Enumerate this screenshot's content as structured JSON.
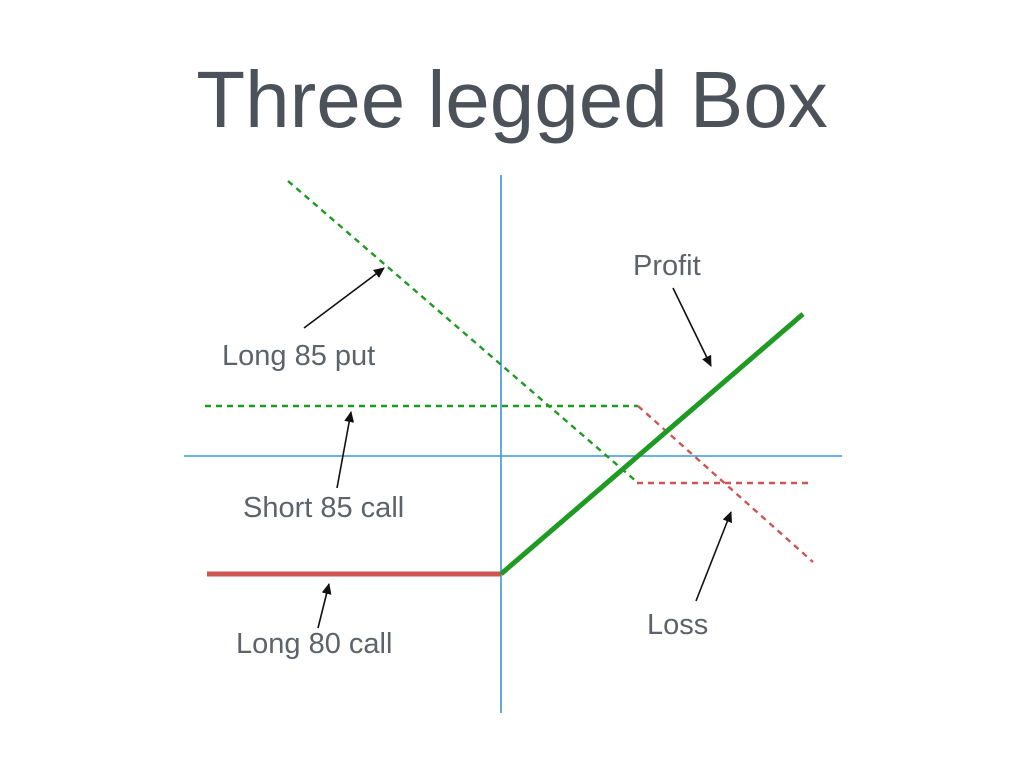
{
  "title": "Three legged Box",
  "labels": {
    "long_85_put": "Long 85 put",
    "short_85_call": "Short 85 call",
    "long_80_call": "Long 80 call",
    "profit": "Profit",
    "loss": "Loss"
  },
  "colors": {
    "axis": "#3a97d6",
    "green": "#1f9a22",
    "red": "#cd5552",
    "arrow": "#111111",
    "text": "#5d636a",
    "title": "#4b5259"
  }
}
